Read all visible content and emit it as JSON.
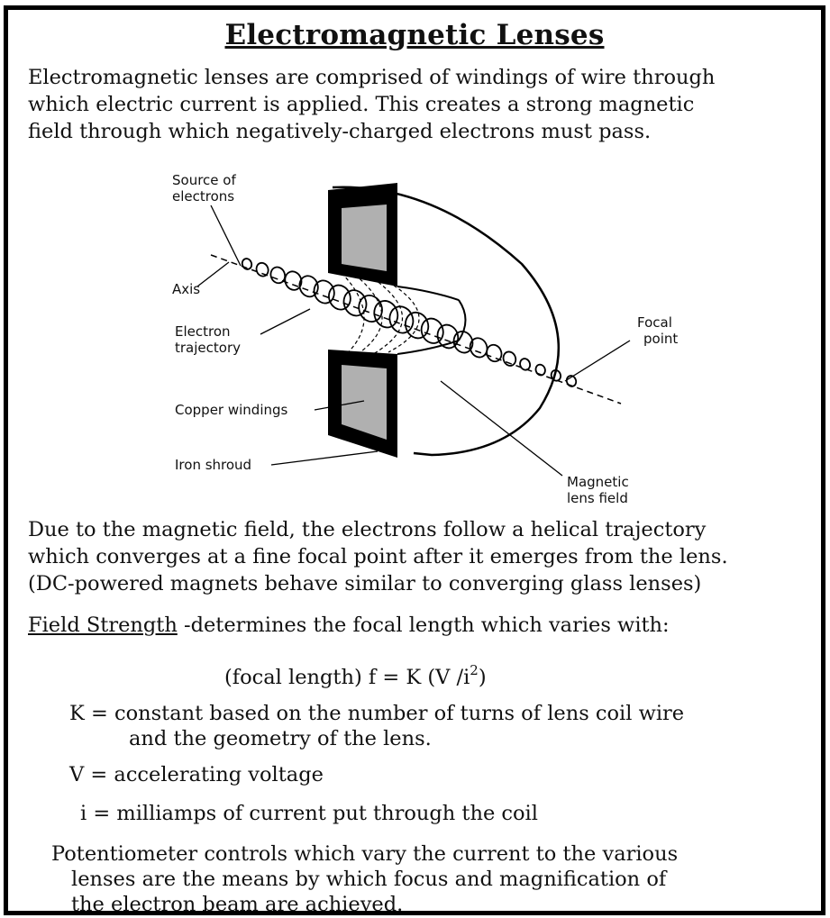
{
  "title": "Electromagnetic Lenses",
  "intro_lines": [
    "Electromagnetic lenses are comprised of windings of wire through",
    "which electric current is applied. This creates a strong magnetic",
    "field through which negatively-charged electrons must pass."
  ],
  "diagram": {
    "labels": {
      "source_l1": "Source of",
      "source_l2": "electrons",
      "axis": "Axis",
      "trajectory_l1": "Electron",
      "trajectory_l2": "trajectory",
      "copper": "Copper windings",
      "iron": "Iron shroud",
      "focal_l1": "Focal",
      "focal_l2": "point",
      "magnetic_l1": "Magnetic",
      "magnetic_l2": "lens field"
    }
  },
  "explanation_lines": [
    "Due to the magnetic field, the electrons follow a helical trajectory",
    "which converges at a fine focal point after it emerges from the lens.",
    "(DC-powered magnets behave similar to converging glass lenses)"
  ],
  "field_strength": {
    "term": "Field Strength",
    "description": " -determines the focal length which varies with:"
  },
  "formula": {
    "text": "(focal length)  f = K (V /i",
    "exponent": "2",
    "close": ")"
  },
  "definitions": {
    "k_line1": "K =  constant based on the number of turns of lens coil wire",
    "k_line2": "and the geometry of the lens.",
    "v": "V = accelerating voltage",
    "i": "i = milliamps of current put through the coil"
  },
  "closing_lines": [
    "Potentiometer controls which vary the current to the various",
    "lenses are the means by which focus and magnification of",
    "the electron beam are achieved."
  ]
}
